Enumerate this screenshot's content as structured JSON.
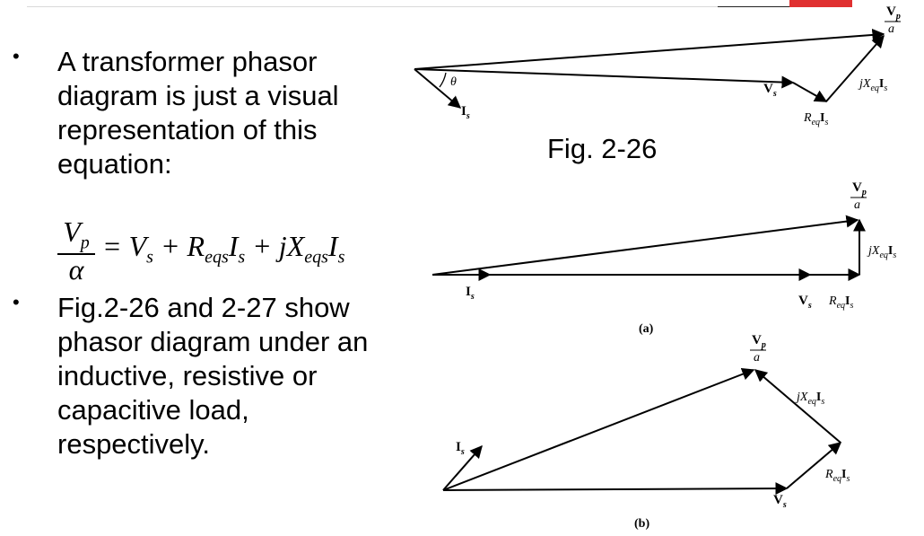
{
  "bullets": [
    {
      "marker": "•",
      "text": "A transformer phasor diagram is just a visual representation of this equation:"
    },
    {
      "marker": "•",
      "text": "Fig.2-26 and 2-27 show phasor diagram under an inductive, resistive or capacitive load, respectively."
    }
  ],
  "equation": {
    "lhs_num": "V",
    "lhs_num_sub": "p",
    "lhs_den": "α",
    "rhs": [
      {
        "t": "= V"
      },
      {
        "s": "s"
      },
      {
        "t": " + R"
      },
      {
        "s": "eqs"
      },
      {
        "t": "I"
      },
      {
        "s": "s"
      },
      {
        "t": " + jX"
      },
      {
        "s": "eqs"
      },
      {
        "t": "I"
      },
      {
        "s": "s"
      }
    ]
  },
  "figure_caption": "Fig. 2-26",
  "labels": {
    "vp_over_a_num": "V",
    "vp_over_a_sub": "p",
    "vp_over_a_den": "a",
    "vs": "V",
    "vs_sub": "s",
    "is": "I",
    "is_sub": "s",
    "req_is": "R",
    "req_sub": "eq",
    "req_i": "I",
    "req_i_sub": "s",
    "jxeq_is": "jX",
    "jxeq_sub": "eq",
    "jxeq_i": "I",
    "jxeq_i_sub": "s",
    "theta": "θ",
    "sub_a": "(a)",
    "sub_b": "(b)"
  },
  "colors": {
    "text": "#000000",
    "accent_red": "#e03030",
    "rule_gray": "#d9d9d9"
  }
}
